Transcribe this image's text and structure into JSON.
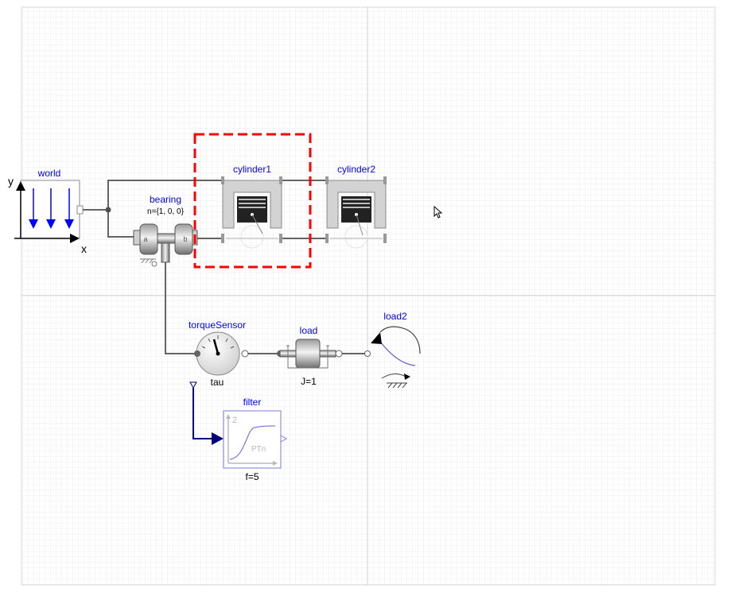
{
  "diagram": {
    "components": {
      "world": {
        "name": "world",
        "axis_x": "x",
        "axis_y": "y"
      },
      "bearing": {
        "name": "bearing",
        "param": "n={1, 0, 0}",
        "port_a": "a",
        "port_b": "b"
      },
      "cylinder1": {
        "name": "cylinder1"
      },
      "cylinder2": {
        "name": "cylinder2"
      },
      "torqueSensor": {
        "name": "torqueSensor",
        "param": "tau"
      },
      "load": {
        "name": "load",
        "param": "J=1"
      },
      "load2": {
        "name": "load2"
      },
      "filter": {
        "name": "filter",
        "order": "2",
        "type_label": "PTn",
        "param": "f=5"
      }
    },
    "colors": {
      "label_blue": "#0000ff",
      "selection_red": "#ff0000",
      "connection_gray": "#646464",
      "signal_navy": "#00007f",
      "grid_line": "#e6e6e6"
    }
  }
}
